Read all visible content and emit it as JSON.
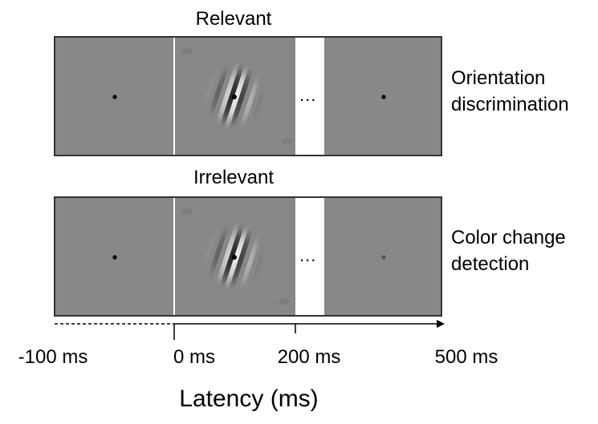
{
  "panels": [
    {
      "title": "Relevant",
      "task_line1": "Orientation",
      "task_line2": "discrimination",
      "ellipsis": "..."
    },
    {
      "title": "Irrelevant",
      "task_line1": "Color change",
      "task_line2": "detection",
      "ellipsis": "..."
    }
  ],
  "timeline": {
    "ticks": [
      {
        "label": "-100 ms"
      },
      {
        "label": "0 ms"
      },
      {
        "label": "200 ms"
      },
      {
        "label": "500 ms"
      }
    ],
    "axis_title": "Latency (ms)"
  },
  "colors": {
    "screen_gray": "#888888",
    "frame": "#333333",
    "blank": "#ffffff",
    "fixation_final_irrelevant": "#555555"
  }
}
